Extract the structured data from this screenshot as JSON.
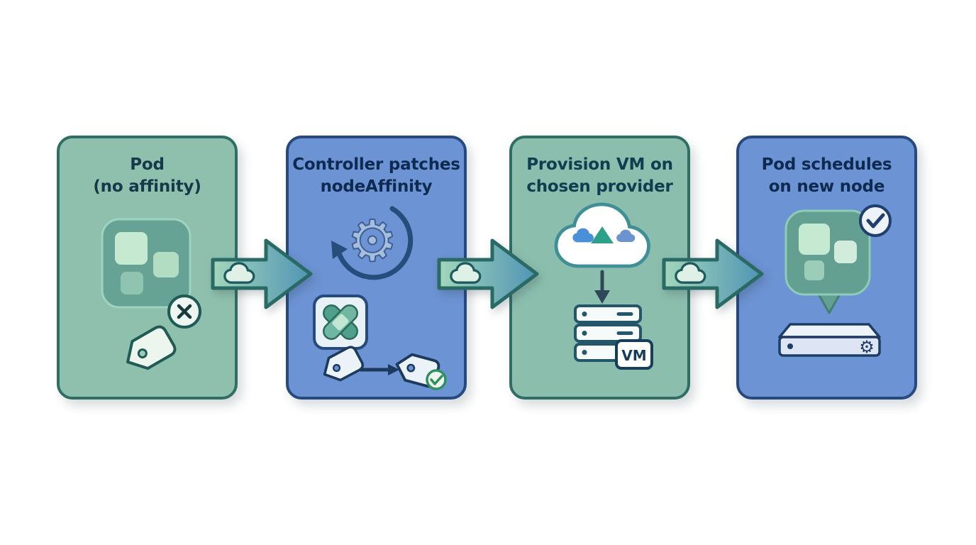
{
  "page": {
    "background": "#ffffff",
    "description_flow": "four-step flow diagram with arrows"
  },
  "diagram": {
    "steps": [
      {
        "title": "Pod\n(no affinity)",
        "card_color": "#8fc0ad",
        "border_color": "#2f6e64",
        "title_color": "#17384a",
        "icons": [
          "pod-icon",
          "x-badge-icon",
          "tag-icon"
        ]
      },
      {
        "title": "Controller patches\nnodeAffinity",
        "card_color": "#6c93d3",
        "border_color": "#27497e",
        "title_color": "#0f2a50",
        "icons": [
          "gear-icon",
          "refresh-arrow-icon",
          "patch-icon",
          "tag-icon",
          "arrow-right-icon",
          "tag-check-icon"
        ]
      },
      {
        "title": "Provision VM on\nchosen provider",
        "card_color": "#8cbead",
        "border_color": "#2f6e64",
        "title_color": "#123c50",
        "vm_badge": "VM",
        "icons": [
          "cloud-icon",
          "provider-logo-cloud-icon",
          "provider-logo-triangle-icon",
          "down-arrow-icon",
          "server-stack-icon",
          "vm-badge"
        ]
      },
      {
        "title": "Pod schedules\non new node",
        "card_color": "#6c93d3",
        "border_color": "#27497e",
        "title_color": "#0f2a50",
        "icons": [
          "pod-bubble-icon",
          "check-badge-icon",
          "node-box-icon",
          "k8s-gear-icon"
        ]
      }
    ],
    "connectors": [
      {
        "icon": "cloud-icon",
        "gradient_start": "#a3d6bb",
        "gradient_end": "#4f94b4",
        "outline": "#2a6a64"
      },
      {
        "icon": "cloud-icon",
        "gradient_start": "#a3d6bb",
        "gradient_end": "#4f94b4",
        "outline": "#2a6a64"
      },
      {
        "icon": "cloud-icon",
        "gradient_start": "#a3d6bb",
        "gradient_end": "#4f94b4",
        "outline": "#2a6a64"
      }
    ]
  }
}
